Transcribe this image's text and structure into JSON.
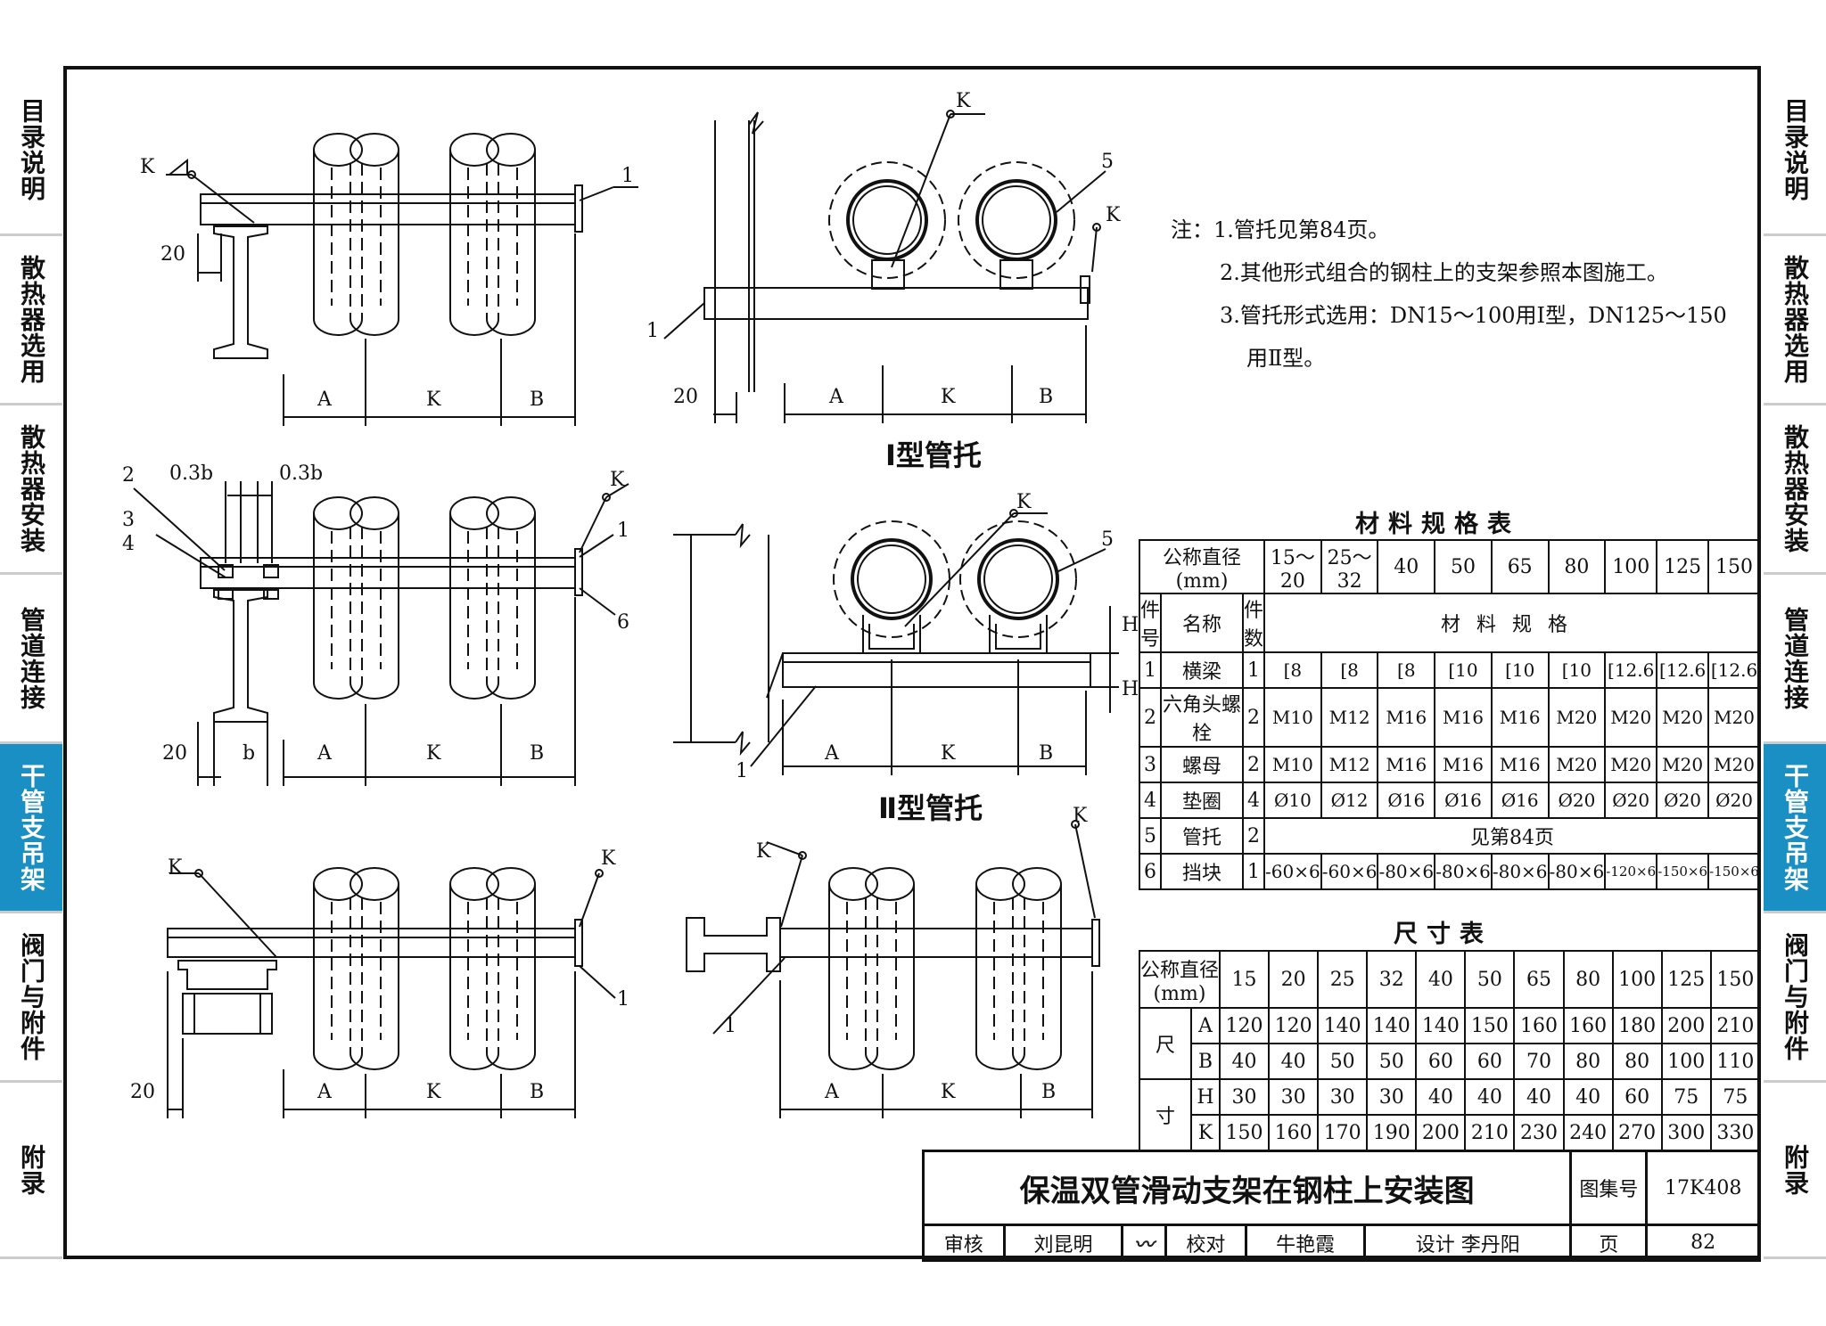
{
  "side_tabs_left": [
    "目录说明",
    "散热器选用",
    "散热器安装",
    "管道连接",
    "干管支吊架",
    "阀门与附件",
    "附录"
  ],
  "side_tabs_right": [
    "目录说明",
    "散热器选用",
    "散热器安装",
    "管道连接",
    "干管支吊架",
    "阀门与附件",
    "附录"
  ],
  "active_tab": "干管支吊架",
  "notes": {
    "prefix": "注：",
    "items": [
      "1.管托见第84页。",
      "2.其他形式组合的钢柱上的支架参照本图施工。",
      "3.管托形式选用：DN15～100用Ⅰ型，DN125～150",
      "用Ⅱ型。"
    ]
  },
  "figure_labels": {
    "type1": "Ⅰ型管托",
    "type2": "Ⅱ型管托"
  },
  "dims": {
    "A": "A",
    "K": "K",
    "B": "B",
    "b": "b",
    "H": "H",
    "d20": "20",
    "d5": "5",
    "d03b": "0.3b",
    "n1": "1",
    "n2": "2",
    "n3": "3",
    "n4": "4",
    "n5": "5",
    "n6": "6"
  },
  "material_table": {
    "title": "材料规格表",
    "header_dn": "公称直径(mm)",
    "dn": [
      "15～20",
      "25～32",
      "40",
      "50",
      "65",
      "80",
      "100",
      "125",
      "150"
    ],
    "col_no": "件号",
    "col_name": "名称",
    "col_qty": "件数",
    "col_spec": "材料规格",
    "rows": [
      {
        "no": "1",
        "name": "横梁",
        "qty": "1",
        "specs": [
          "[8",
          "[8",
          "[8",
          "[10",
          "[10",
          "[10",
          "[12.6",
          "[12.6",
          "[12.6"
        ]
      },
      {
        "no": "2",
        "name": "六角头螺栓",
        "qty": "2",
        "specs": [
          "M10",
          "M12",
          "M16",
          "M16",
          "M16",
          "M20",
          "M20",
          "M20",
          "M20"
        ]
      },
      {
        "no": "3",
        "name": "螺母",
        "qty": "2",
        "specs": [
          "M10",
          "M12",
          "M16",
          "M16",
          "M16",
          "M20",
          "M20",
          "M20",
          "M20"
        ]
      },
      {
        "no": "4",
        "name": "垫圈",
        "qty": "4",
        "specs": [
          "Ø10",
          "Ø12",
          "Ø16",
          "Ø16",
          "Ø16",
          "Ø20",
          "Ø20",
          "Ø20",
          "Ø20"
        ]
      },
      {
        "no": "5",
        "name": "管托",
        "qty": "2",
        "merged": "见第84页"
      },
      {
        "no": "6",
        "name": "挡块",
        "qty": "1",
        "specs": [
          "-60×6",
          "-60×6",
          "-80×6",
          "-80×6",
          "-80×6",
          "-80×6",
          "-120×6",
          "-150×6",
          "-150×6"
        ]
      }
    ]
  },
  "size_table": {
    "title": "尺寸表",
    "header_dn": "公称直径(mm)",
    "dn": [
      "15",
      "20",
      "25",
      "32",
      "40",
      "50",
      "65",
      "80",
      "100",
      "125",
      "150"
    ],
    "label_top": "尺",
    "label_bottom": "寸",
    "rows": [
      {
        "k": "A",
        "v": [
          "120",
          "120",
          "140",
          "140",
          "140",
          "150",
          "160",
          "160",
          "180",
          "200",
          "210"
        ]
      },
      {
        "k": "B",
        "v": [
          "40",
          "40",
          "50",
          "50",
          "60",
          "60",
          "70",
          "80",
          "80",
          "100",
          "110"
        ]
      },
      {
        "k": "H",
        "v": [
          "30",
          "30",
          "30",
          "30",
          "40",
          "40",
          "40",
          "40",
          "60",
          "75",
          "75"
        ]
      },
      {
        "k": "K",
        "v": [
          "150",
          "160",
          "170",
          "190",
          "200",
          "210",
          "230",
          "240",
          "270",
          "300",
          "330"
        ]
      }
    ]
  },
  "title_block": {
    "title": "保温双管滑动支架在钢柱上安装图",
    "atlas_label": "图集号",
    "atlas_no": "17K408",
    "page_label": "页",
    "page_no": "82",
    "review_label": "审核",
    "reviewer": "刘昆明",
    "check_label": "校对",
    "checker": "牛艳霞",
    "design_label": "设计",
    "designer": "李丹阳"
  }
}
